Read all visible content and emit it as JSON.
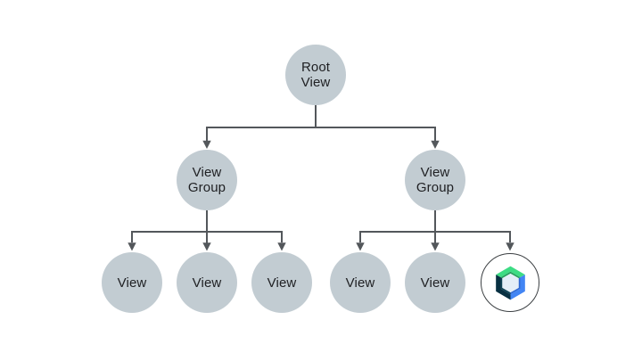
{
  "diagram": {
    "description": "View hierarchy tree",
    "nodes": {
      "root_view": {
        "line1": "Root",
        "line2": "View"
      },
      "view_group_left": {
        "line1": "View",
        "line2": "Group"
      },
      "view_group_right": {
        "line1": "View",
        "line2": "Group"
      },
      "view_left_1": {
        "label": "View"
      },
      "view_left_2": {
        "label": "View"
      },
      "view_left_3": {
        "label": "View"
      },
      "view_right_1": {
        "label": "View"
      },
      "view_right_2": {
        "label": "View"
      },
      "compose_node": {
        "icon": "jetpack-compose-logo"
      }
    }
  },
  "colors": {
    "canvas_bg": "#ffffff",
    "node_fill": "#c2ccd2",
    "connector": "#53575b",
    "node_text": "#202124",
    "compose_green": "#3ddc84",
    "compose_green_dark": "#27a05f",
    "compose_blue": "#4285f4",
    "compose_blue_dark": "#2f6ad4",
    "compose_navy": "#083042",
    "compose_navy_light": "#0d4256",
    "compose_center": "#e3eef8",
    "compose_ring": "#3c4043"
  }
}
